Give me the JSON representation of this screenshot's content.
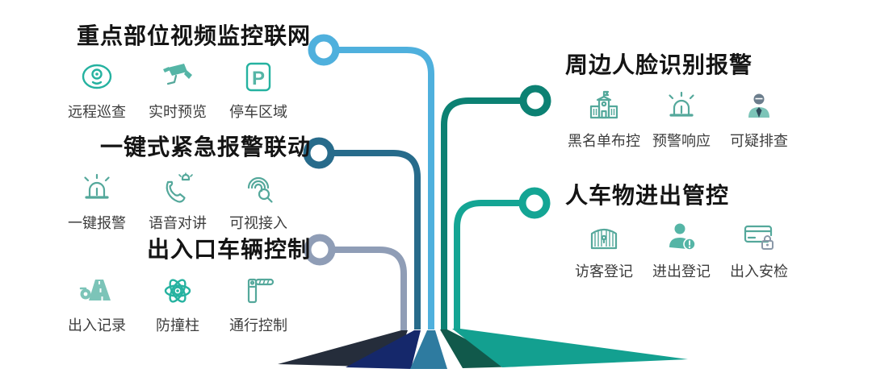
{
  "diagram": {
    "sections": [
      {
        "id": "video-network",
        "title": "重点部位视频监控联网",
        "side": "left",
        "color": "#4fb0dd",
        "features": [
          {
            "label": "远程巡查",
            "icon": "webcam-icon"
          },
          {
            "label": "实时预览",
            "icon": "cctv-camera-icon"
          },
          {
            "label": "停车区域",
            "icon": "parking-icon"
          }
        ]
      },
      {
        "id": "emergency-alarm",
        "title": "一键式紧急报警联动",
        "side": "left",
        "color": "#276b8b",
        "features": [
          {
            "label": "一键报警",
            "icon": "siren-icon"
          },
          {
            "label": "语音对讲",
            "icon": "voice-intercom-icon"
          },
          {
            "label": "可视接入",
            "icon": "fingerprint-access-icon"
          }
        ]
      },
      {
        "id": "vehicle-control",
        "title": "出入口车辆控制",
        "side": "left",
        "color": "#8f9db6",
        "features": [
          {
            "label": "出入记录",
            "icon": "road-record-icon"
          },
          {
            "label": "防撞柱",
            "icon": "bollard-icon"
          },
          {
            "label": "通行控制",
            "icon": "barrier-gate-icon"
          }
        ]
      },
      {
        "id": "face-recognition",
        "title": "周边人脸识别报警",
        "side": "right",
        "color": "#0c8173",
        "features": [
          {
            "label": "黑名单布控",
            "icon": "blacklist-building-icon"
          },
          {
            "label": "预警响应",
            "icon": "alert-siren-icon"
          },
          {
            "label": "可疑排查",
            "icon": "suspect-person-icon"
          }
        ]
      },
      {
        "id": "access-control",
        "title": "人车物进出管控",
        "side": "right",
        "color": "#14a594",
        "features": [
          {
            "label": "访客登记",
            "icon": "visitor-gate-icon"
          },
          {
            "label": "进出登记",
            "icon": "register-person-icon"
          },
          {
            "label": "出入安检",
            "icon": "security-card-icon"
          }
        ]
      }
    ],
    "icons": {
      "parking_letter": "P"
    },
    "palette": {
      "title_color": "#141414",
      "label_color": "#3d3d3d",
      "icon_stroke": "#54a89b",
      "icon_fill": "#55b5a6",
      "section_colors": [
        "#4fb0dd",
        "#276b8b",
        "#8f9db6",
        "#0c8173",
        "#14a594"
      ],
      "trunk_ray_colors": [
        "#252d3b",
        "#15286b",
        "#2e7ba0",
        "#11594b",
        "#13a090"
      ]
    }
  }
}
